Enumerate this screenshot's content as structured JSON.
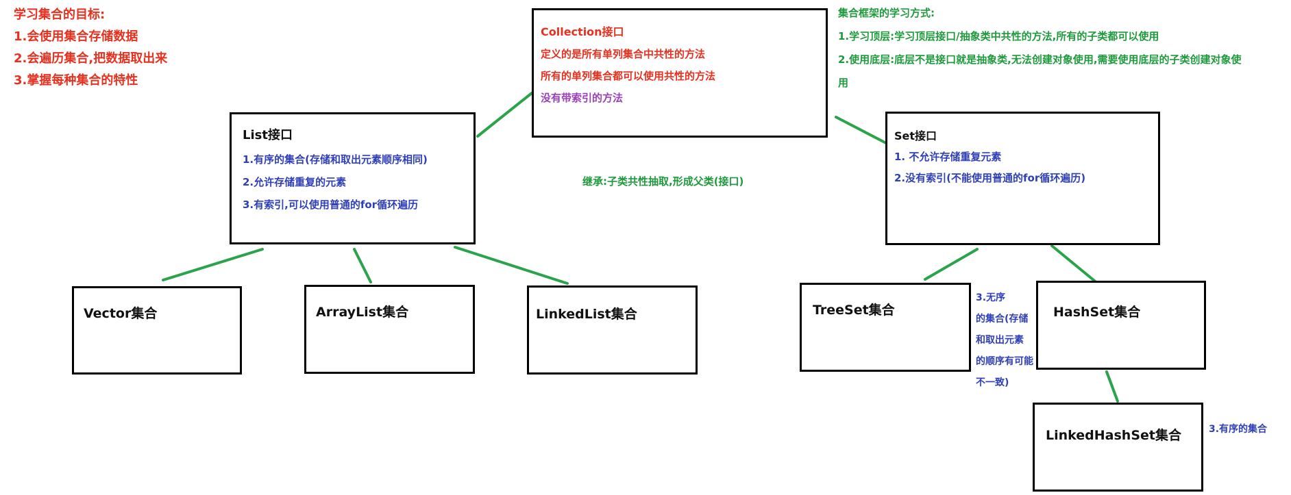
{
  "goals": {
    "heading": "学习集合的目标:",
    "items": [
      "1.会使用集合存储数据",
      "2.会遍历集合,把数据取出来",
      "3.掌握每种集合的特性"
    ]
  },
  "collection": {
    "title": "Collection接口",
    "lines": [
      "定义的是所有单列集合中共性的方法",
      "所有的单列集合都可以使用共性的方法"
    ],
    "extra": "没有带索引的方法"
  },
  "framework": {
    "heading": "集合框架的学习方式:",
    "items": [
      "1.学习顶层:学习顶层接口/抽象类中共性的方法,所有的子类都可以使用",
      "2.使用底层:底层不是接口就是抽象类,无法创建对象使用,需要使用底层的子类创建对象使",
      "用"
    ]
  },
  "list": {
    "title": "List接口",
    "items": [
      "1.有序的集合(存储和取出元素顺序相同)",
      "2.允许存储重复的元素",
      "3.有索引,可以使用普通的for循环遍历"
    ]
  },
  "set": {
    "title": "Set接口",
    "items": [
      "1. 不允许存储重复元素",
      "2.没有索引(不能使用普通的for循环遍历)"
    ]
  },
  "inheritance_note": "继承:子类共性抽取,形成父类(接口)",
  "classes": {
    "vector": "Vector集合",
    "arraylist": "ArrayList集合",
    "linkedlist": "LinkedList集合",
    "treeset": "TreeSet集合",
    "hashset": "HashSet集合",
    "linkedhashset": "LinkedHashSet集合"
  },
  "hashset_note": [
    "3.无序",
    "的集合(存储",
    "和取出元素",
    "的顺序有可能",
    "不一致)"
  ],
  "linkedhashset_note": "3.有序的集合",
  "colors": {
    "red": "#e8301f",
    "green": "#1e9a3c",
    "blue": "#2f3fb8",
    "purple": "#9b3fb8",
    "connector": "#2aa34a"
  }
}
